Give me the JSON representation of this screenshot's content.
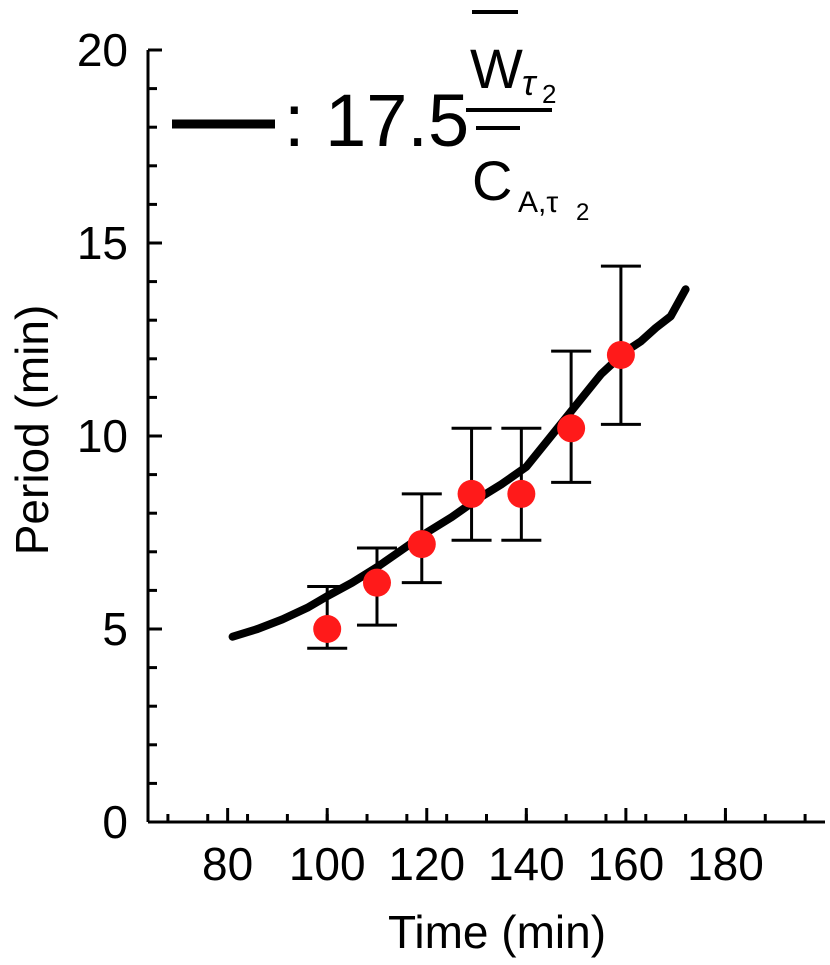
{
  "chart_data": {
    "type": "scatter",
    "xlabel": "Time (min)",
    "ylabel": "Period (min)",
    "xlim": [
      64,
      200
    ],
    "ylim": [
      0,
      20
    ],
    "x_ticks": [
      80,
      100,
      120,
      140,
      160,
      180
    ],
    "y_ticks": [
      0,
      5,
      10,
      15,
      20
    ],
    "x_tick_labels": [
      "80",
      "100",
      "120",
      "140",
      "160",
      "180"
    ],
    "y_tick_labels": [
      "0",
      "5",
      "10",
      "15",
      "20"
    ],
    "grid": false,
    "legend_position": "top-left",
    "legend": {
      "prefix": ": 17.5",
      "numerator_symbol": "W",
      "numerator_subscript": "τ",
      "numerator_subsubscript": "2",
      "denominator_symbol": "C",
      "denominator_subscript": "A,τ",
      "denominator_subsubscript": "2"
    },
    "series": [
      {
        "type": "scatter",
        "color": "#ff1a1a",
        "points": [
          {
            "x": 100,
            "y": 5.0,
            "err_low": 4.5,
            "err_high": 6.1
          },
          {
            "x": 110,
            "y": 6.2,
            "err_low": 5.1,
            "err_high": 7.1
          },
          {
            "x": 119,
            "y": 7.2,
            "err_low": 6.2,
            "err_high": 8.5
          },
          {
            "x": 129,
            "y": 8.5,
            "err_low": 7.3,
            "err_high": 10.2
          },
          {
            "x": 139,
            "y": 8.5,
            "err_low": 7.3,
            "err_high": 10.2
          },
          {
            "x": 149,
            "y": 10.2,
            "err_low": 8.8,
            "err_high": 12.2
          },
          {
            "x": 159,
            "y": 12.1,
            "err_low": 10.3,
            "err_high": 14.4
          }
        ]
      },
      {
        "type": "line",
        "color": "#000000",
        "x": [
          81,
          86,
          91,
          96,
          100,
          105,
          110,
          115,
          120,
          125,
          130,
          135,
          140,
          145,
          150,
          155,
          160,
          163,
          166,
          169,
          172
        ],
        "y": [
          4.8,
          5.0,
          5.25,
          5.55,
          5.85,
          6.2,
          6.6,
          7.05,
          7.5,
          7.9,
          8.35,
          8.75,
          9.2,
          10.0,
          10.8,
          11.6,
          12.2,
          12.45,
          12.8,
          13.1,
          13.8
        ]
      }
    ]
  }
}
